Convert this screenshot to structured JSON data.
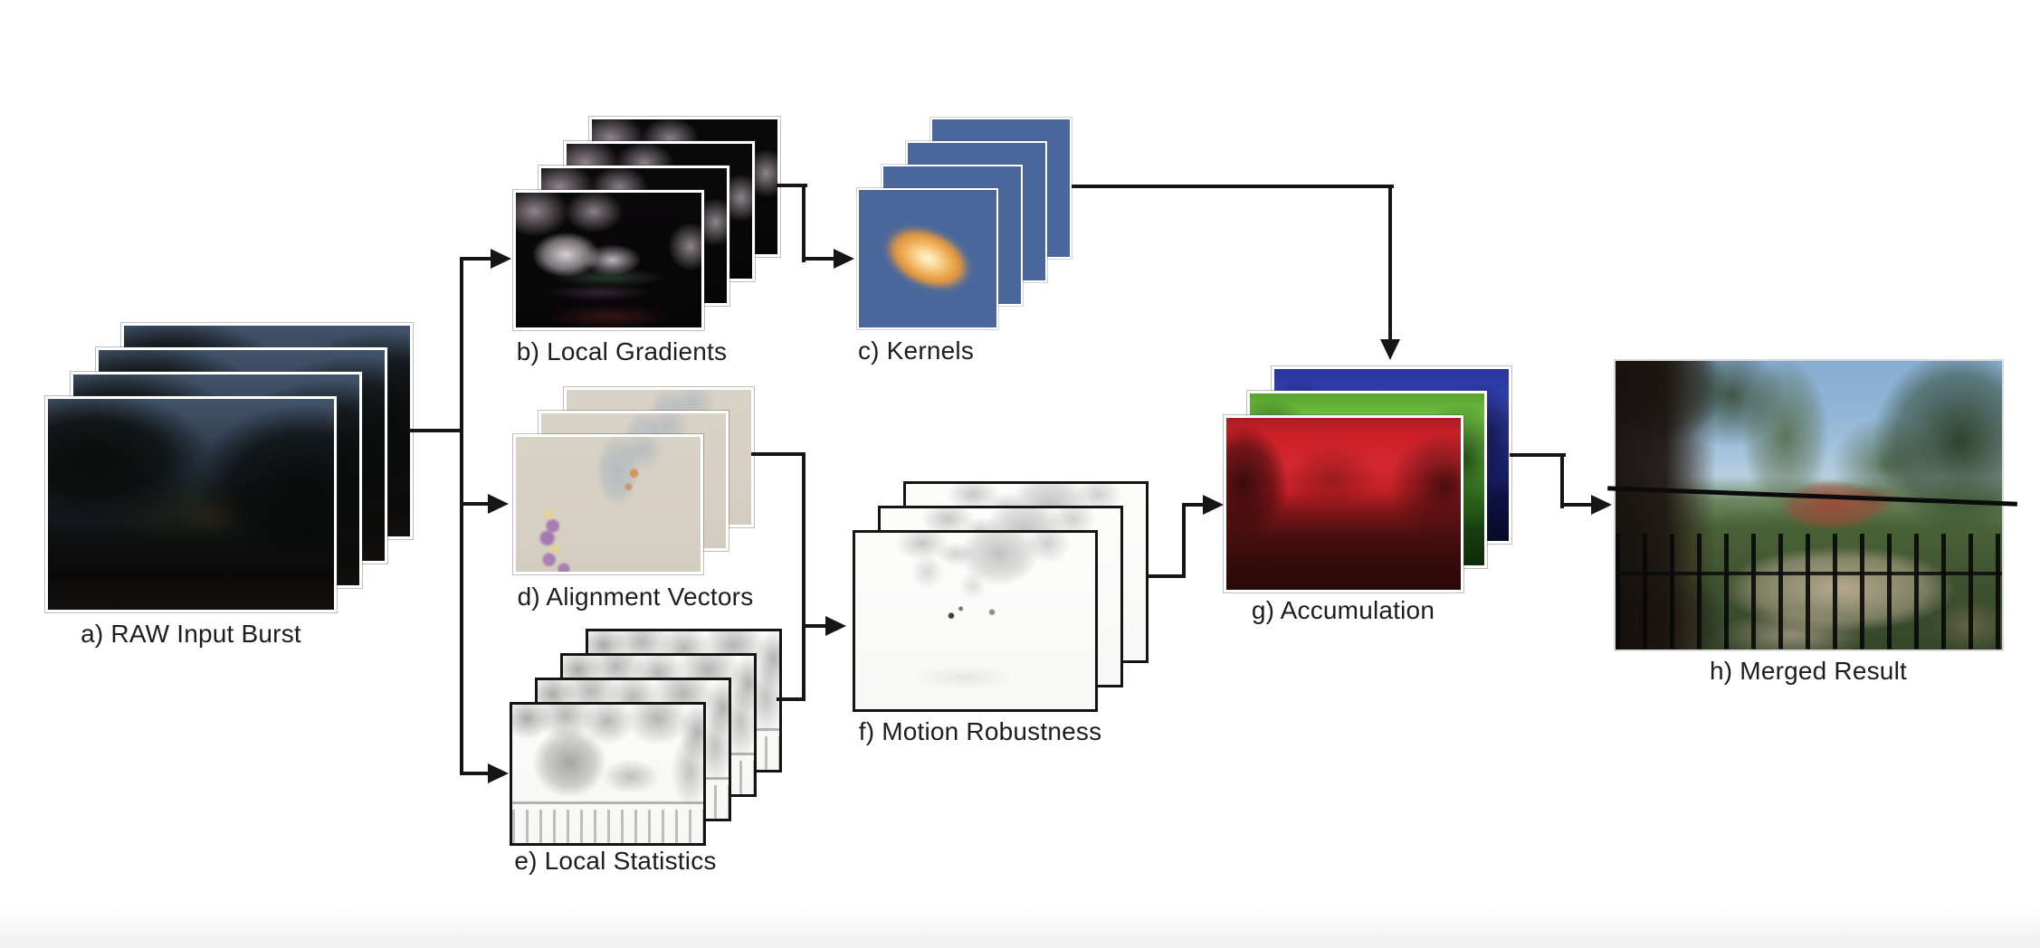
{
  "figure": {
    "type": "burst-photography-pipeline-diagram",
    "stages": [
      {
        "id": "a",
        "label": "a) RAW Input Burst",
        "frames": 4
      },
      {
        "id": "b",
        "label": "b) Local Gradients",
        "frames": 4
      },
      {
        "id": "c",
        "label": "c) Kernels",
        "frames": 4
      },
      {
        "id": "d",
        "label": "d) Alignment Vectors",
        "frames": 3
      },
      {
        "id": "e",
        "label": "e) Local Statistics",
        "frames": 4
      },
      {
        "id": "f",
        "label": "f) Motion Robustness",
        "frames": 3
      },
      {
        "id": "g",
        "label": "g) Accumulation",
        "frames": 3
      },
      {
        "id": "h",
        "label": "h) Merged Result",
        "frames": 1
      }
    ],
    "connections": [
      {
        "from": "a",
        "to": "b"
      },
      {
        "from": "a",
        "to": "d"
      },
      {
        "from": "a",
        "to": "e"
      },
      {
        "from": "b",
        "to": "c"
      },
      {
        "from": "c",
        "to": "g"
      },
      {
        "from": "d",
        "to": "f"
      },
      {
        "from": "e",
        "to": "f"
      },
      {
        "from": "f",
        "to": "g"
      },
      {
        "from": "g",
        "to": "h"
      }
    ],
    "colors": {
      "background": "#ffffff",
      "arrow": "#161616",
      "label_text": "#1d1d1d",
      "kernel_blue": "#4a679b",
      "kernel_glow": "#f5c77e",
      "alignment_beige": "#d8d1c6",
      "accumulation_red": "#cc2027",
      "accumulation_green": "#74c344",
      "accumulation_blue": "#2c38a2",
      "bottom_fade": "#f0f0f1"
    }
  }
}
